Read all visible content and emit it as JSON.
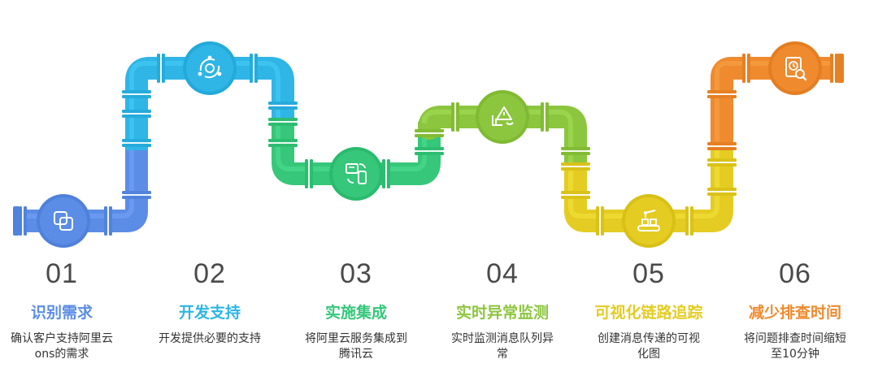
{
  "colors": {
    "step1": "#5b8de6",
    "step2": "#2fb5e6",
    "step3": "#36c77a",
    "step4": "#8cc63f",
    "step5": "#e4cc23",
    "step6": "#ef8a2e"
  },
  "steps": [
    {
      "number": "01",
      "title": "识别需求",
      "desc_line1": "确认客户支持阿里云",
      "desc_line2": "ons的需求",
      "icon": "copy-icon"
    },
    {
      "number": "02",
      "title": "开发支持",
      "desc_line1": "开发提供必要的支持",
      "desc_line2": "",
      "icon": "cycle-gear-icon"
    },
    {
      "number": "03",
      "title": "实施集成",
      "desc_line1": "将阿里云服务集成到",
      "desc_line2": "腾讯云",
      "icon": "devices-sync-icon"
    },
    {
      "number": "04",
      "title": "实时异常监测",
      "desc_line1": "实时监测消息队列异",
      "desc_line2": "常",
      "icon": "alert-monitor-icon"
    },
    {
      "number": "05",
      "title": "可视化链路追踪",
      "desc_line1": "创建消息传递的可视",
      "desc_line2": "化图",
      "icon": "conveyor-robot-icon"
    },
    {
      "number": "06",
      "title": "减少排查时间",
      "desc_line1": "将问题排查时间缩短",
      "desc_line2": "至10分钟",
      "icon": "clock-search-icon"
    }
  ]
}
